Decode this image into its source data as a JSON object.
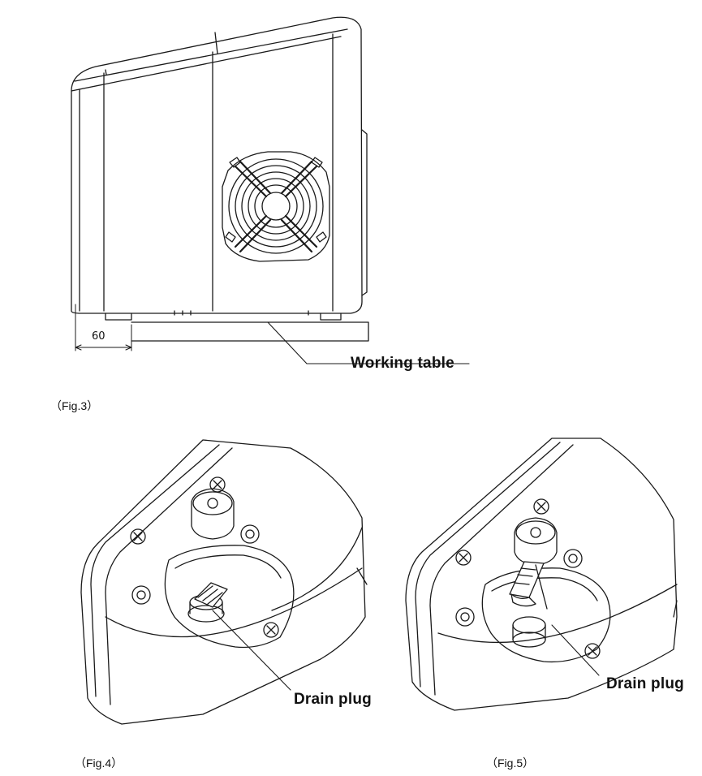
{
  "fig3": {
    "caption": "（Fig.3）",
    "dimension": "60",
    "callout": "Working table"
  },
  "fig4": {
    "caption": "（Fig.4）",
    "callout": "Drain plug"
  },
  "fig5": {
    "caption": "（Fig.5）",
    "callout": "Drain plug"
  },
  "colors": {
    "line": "#1a1a1a",
    "background": "#ffffff"
  }
}
